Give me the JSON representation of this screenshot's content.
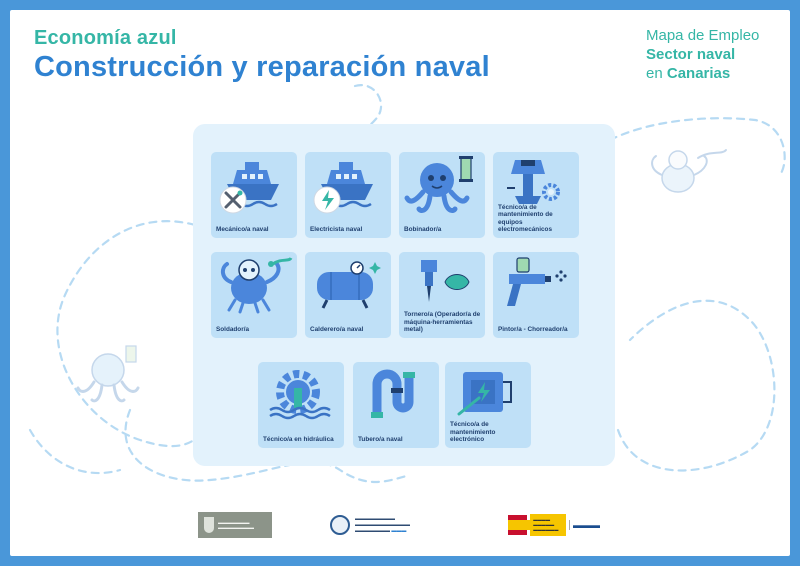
{
  "header": {
    "subtitle": "Economía azul",
    "title": "Construcción y reparación naval",
    "map_line1": "Mapa de Empleo",
    "map_line2": "Sector naval",
    "map_line3_prefix": "en ",
    "map_line3_bold": "Canarias"
  },
  "cards": [
    {
      "label": "Mecánico/a naval",
      "icon": "ship-wrench-icon"
    },
    {
      "label": "Electricista naval",
      "icon": "ship-lightning-icon"
    },
    {
      "label": "Bobinador/a",
      "icon": "octopus-spool-icon"
    },
    {
      "label": "Técnico/a de mantenimiento de equipos electromecánicos",
      "icon": "outboard-motor-gear-icon"
    },
    {
      "label": "Soldador/a",
      "icon": "crab-welder-icon"
    },
    {
      "label": "Calderero/a naval",
      "icon": "boiler-tank-icon"
    },
    {
      "label": "Tornero/a (Operador/a de máquina-herramientas metal)",
      "icon": "drill-press-icon"
    },
    {
      "label": "Pintor/a - Chorreador/a",
      "icon": "spray-gun-icon"
    },
    {
      "label": "Técnico/a en hidráulica",
      "icon": "gear-water-icon"
    },
    {
      "label": "Tubero/a naval",
      "icon": "pipe-icon"
    },
    {
      "label": "Técnico/a de mantenimiento electrónico",
      "icon": "electronic-board-icon"
    }
  ],
  "colors": {
    "frame": "#4a97d9",
    "panel": "#e3f2fc",
    "card": "#bfe0f7",
    "icon_blue": "#4b86db",
    "accent_green": "#35b6a6",
    "title_blue": "#2f82d1"
  }
}
